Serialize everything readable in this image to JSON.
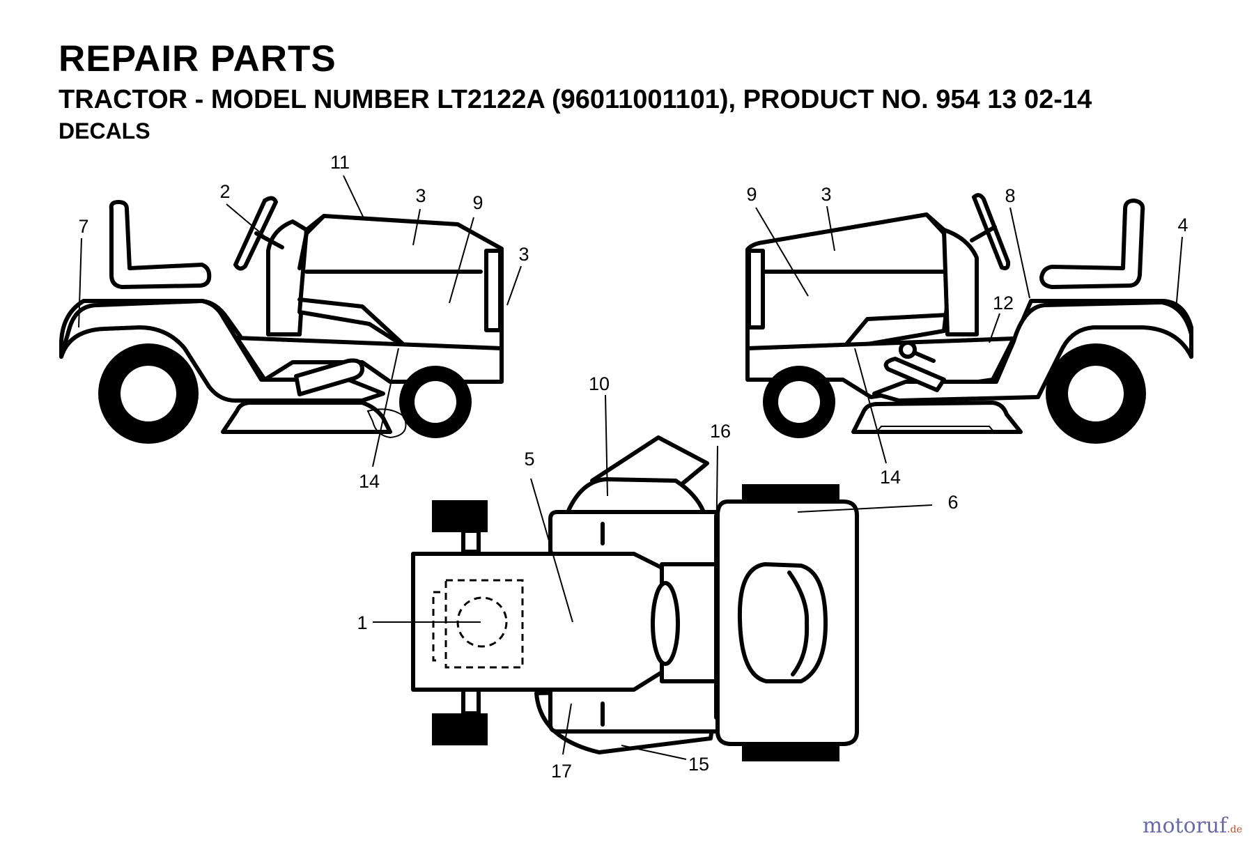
{
  "header": {
    "title": "REPAIR PARTS",
    "subtitle": "TRACTOR - MODEL NUMBER LT2122A (96011001101), PRODUCT NO. 954 13 02-14",
    "section": "DECALS"
  },
  "callouts": {
    "left_view": [
      "11",
      "2",
      "3",
      "9",
      "7",
      "3",
      "14"
    ],
    "right_view": [
      "9",
      "3",
      "8",
      "4",
      "12",
      "14"
    ],
    "top_view": [
      "10",
      "16",
      "5",
      "6",
      "1",
      "17",
      "15"
    ]
  },
  "watermark": {
    "text": "motoruf",
    "suffix": ".de"
  }
}
